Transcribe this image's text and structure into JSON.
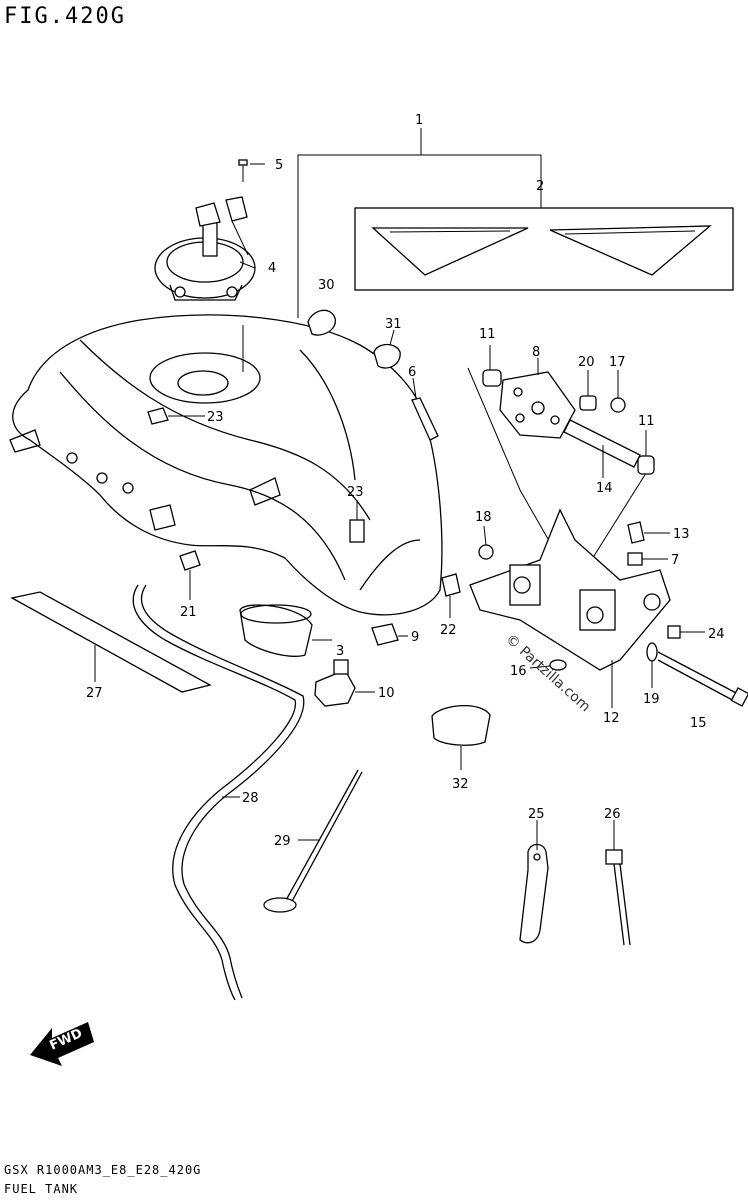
{
  "header": {
    "figure_title": "FIG.420G"
  },
  "footer": {
    "drawing_code": "GSX R1000AM3_E8_E28_420G",
    "section_name": "FUEL TANK"
  },
  "watermark": "© Partzilla.com",
  "fwd_label": "FWD",
  "callouts": [
    "1",
    "2",
    "3",
    "4",
    "5",
    "6",
    "7",
    "8",
    "9",
    "10",
    "11",
    "11",
    "12",
    "13",
    "14",
    "15",
    "16",
    "17",
    "18",
    "19",
    "20",
    "21",
    "22",
    "23",
    "23",
    "24",
    "25",
    "26",
    "27",
    "28",
    "29",
    "30",
    "31",
    "32"
  ]
}
